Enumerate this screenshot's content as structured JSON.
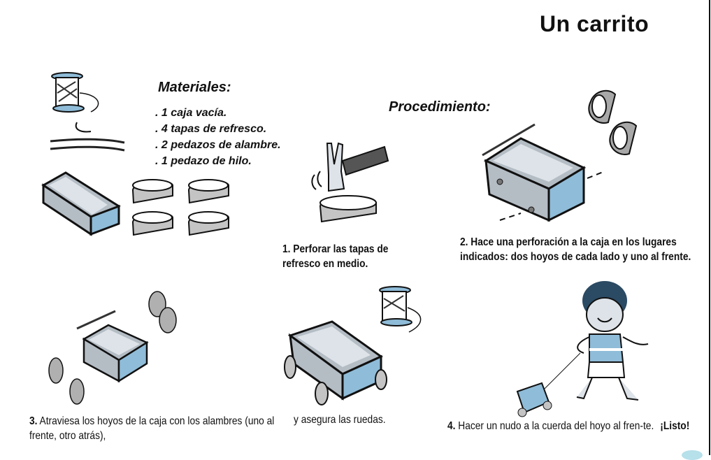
{
  "title": "Un carrito",
  "materials": {
    "heading": "Materiales:",
    "items": [
      ". 1 caja vacía.",
      ". 4 tapas de refresco.",
      ". 2 pedazos de alambre.",
      ". 1 pedazo de hilo."
    ]
  },
  "procedure": {
    "heading": "Procedimiento:",
    "steps": [
      {
        "number": "1.",
        "text": "Perforar las tapas de refresco en medio."
      },
      {
        "number": "2.",
        "text": "Hace una perforación a la caja en los lugares indicados: dos hoyos de cada lado y uno al frente."
      },
      {
        "number": "3.",
        "text": "Atraviesa los  hoyos de la caja con los alambres  (uno al frente, otro atrás),"
      },
      {
        "number": "",
        "text": "y asegura  las ruedas."
      },
      {
        "number": "4.",
        "text": "Hacer  un nudo a la cuerda del  hoyo al fren-te.",
        "suffix": "¡Listo!"
      }
    ]
  },
  "illustrations": {
    "spool": "thread-spool",
    "wires": "wire-pieces",
    "box": "empty-box",
    "caps": "bottle-caps",
    "hammer": "hammer-punching-cap",
    "box_with_holes": "box-with-holes-and-caps",
    "assembly": "box-wires-wheels-exploded",
    "cart": "cart-with-wheels-and-spool",
    "boy": "boy-pulling-cart"
  },
  "colors": {
    "box_blue": "#8fbcd8",
    "box_gray": "#b4bcc4",
    "box_floor": "#dde3e8",
    "cap_gray": "#c4c4c4",
    "hair": "#2b4a63",
    "outline": "#111111"
  }
}
